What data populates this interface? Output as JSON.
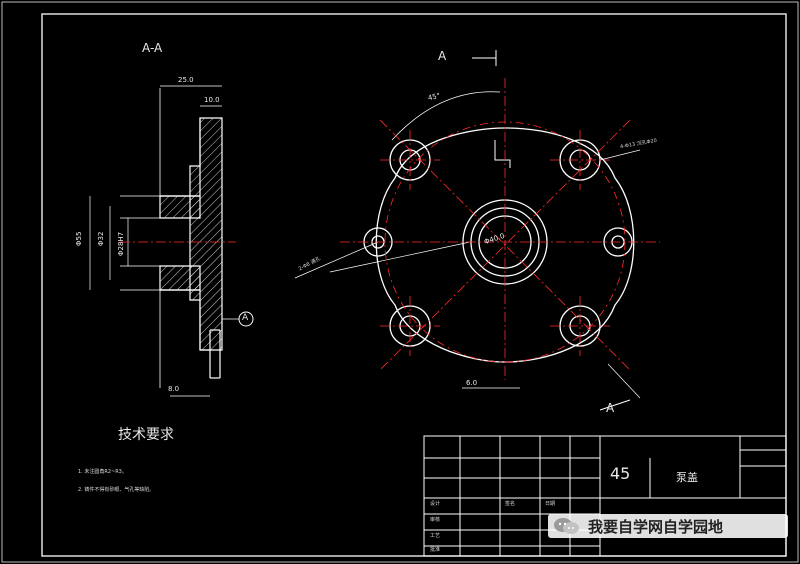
{
  "section_label": "A-A",
  "view_arrow_label_top": "A",
  "view_arrow_label_bottom": "A",
  "datum_label": "A",
  "dimensions": {
    "overall_width": "25.0",
    "flange_thickness": "10.0",
    "base_offset": "8.0",
    "dia_outer": "Φ55",
    "dia_inner": "Φ32",
    "dia_bore": "Φ28H7",
    "center_dia": "Φ40.0",
    "key_width": "6.0",
    "angle": "45°",
    "holes_4": "4-Φ13 沉孔Φ20",
    "holes_2": "2-Φ8 通孔"
  },
  "tech_requirements": {
    "title": "技术要求",
    "items": [
      "1. 未注圆角R2~R3。",
      "2. 铸件不得有砂眼、气孔等缺陷。"
    ]
  },
  "title_block": {
    "material": "45",
    "part_name": "泵盖",
    "rows": [
      "设计",
      "审核",
      "工艺",
      "批准"
    ],
    "cols": [
      "签名",
      "日期"
    ]
  },
  "watermark": "我要自学网自学园地",
  "colors": {
    "background": "#000000",
    "line": "#ffffff",
    "center_line": "#ff2a2a"
  }
}
